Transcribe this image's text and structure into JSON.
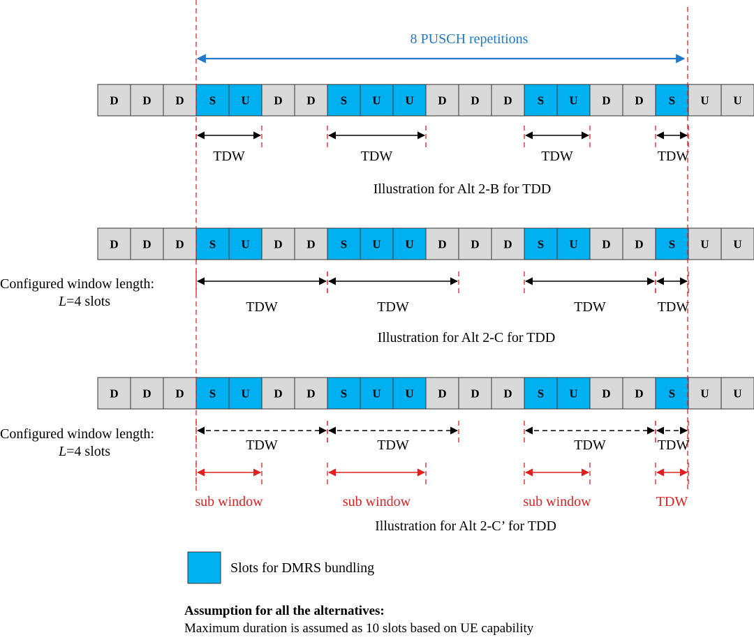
{
  "title": "8 PUSCH repetitions",
  "slots": [
    "D",
    "D",
    "D",
    "S",
    "U",
    "D",
    "D",
    "S",
    "U",
    "U",
    "D",
    "D",
    "D",
    "S",
    "U",
    "D",
    "D",
    "S",
    "U",
    "U"
  ],
  "dmrs_slot_indices": [
    3,
    4,
    7,
    8,
    9,
    13,
    14,
    17
  ],
  "rows": [
    {
      "id": "alt-2b",
      "caption": "Illustration for Alt 2-B for TDD",
      "side_label": null,
      "windows": [
        {
          "from": 3,
          "to": 5,
          "label": "TDW"
        },
        {
          "from": 7,
          "to": 10,
          "label": "TDW"
        },
        {
          "from": 13,
          "to": 15,
          "label": "TDW"
        },
        {
          "from": 17,
          "to": 18,
          "label": "TDW"
        }
      ]
    },
    {
      "id": "alt-2c",
      "caption": "Illustration for Alt 2-C for TDD",
      "side_label": {
        "line1": "Configured window length:",
        "line2_var": "L",
        "line2_rest": "=4 slots"
      },
      "windows": [
        {
          "from": 3,
          "to": 7,
          "label": "TDW"
        },
        {
          "from": 7,
          "to": 11,
          "label": "TDW"
        },
        {
          "from": 13,
          "to": 17,
          "label": "TDW"
        },
        {
          "from": 17,
          "to": 18,
          "label": "TDW"
        }
      ]
    },
    {
      "id": "alt-2c-prime",
      "caption": "Illustration for Alt 2-C’ for TDD",
      "side_label": {
        "line1": "Configured window length:",
        "line2_var": "L",
        "line2_rest": "=4 slots"
      },
      "windows": [
        {
          "from": 3,
          "to": 7,
          "label": "TDW"
        },
        {
          "from": 7,
          "to": 11,
          "label": "TDW"
        },
        {
          "from": 13,
          "to": 17,
          "label": "TDW"
        },
        {
          "from": 17,
          "to": 18,
          "label": "TDW"
        }
      ],
      "sub_windows": [
        {
          "from": 3,
          "to": 5,
          "label": "sub window"
        },
        {
          "from": 7,
          "to": 10,
          "label": "sub window"
        },
        {
          "from": 13,
          "to": 15,
          "label": "sub window"
        },
        {
          "from": 17,
          "to": 18,
          "label": "TDW"
        }
      ]
    }
  ],
  "legend": {
    "label": "Slots for DMRS bundling",
    "color": "#00b0f0"
  },
  "assumption": {
    "heading": "Assumption for all the alternatives:",
    "text": "Maximum duration is assumed as 10 slots based on UE capability"
  },
  "colors": {
    "dmrs": "#00b0f0",
    "normal": "#d9d9d9",
    "red": "#e02020",
    "blue": "#1f78c8"
  }
}
